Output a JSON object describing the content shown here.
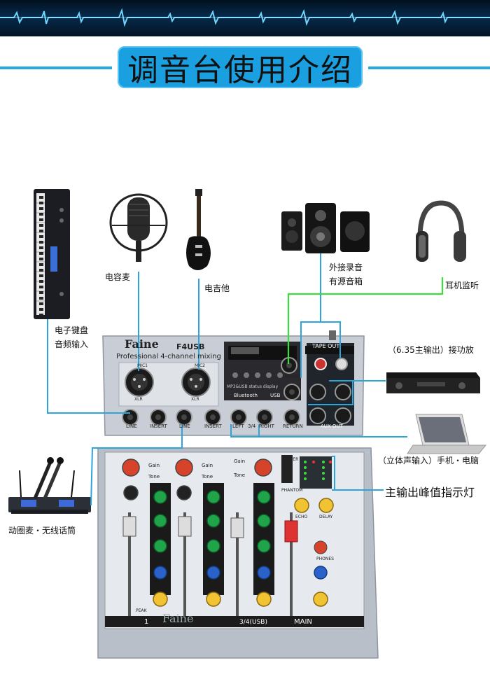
{
  "header": {
    "title": "调音台使用介绍"
  },
  "devices": {
    "keyboard_label_line1": "电子键盘",
    "keyboard_label_line2": "音频输入",
    "condenser_mic_label": "电容麦",
    "electric_guitar_label": "电吉他",
    "speakers_label_line1": "外接录音",
    "speakers_label_line2": "有源音箱",
    "headphones_label": "耳机监听",
    "amplifier_label": "（6.35主输出）接功放",
    "laptop_label": "（立体声输入）手机・电脑",
    "wireless_mic_label": "动圈麦・无线话筒",
    "peak_indicator_label": "主输出峰值指示灯"
  },
  "mixer": {
    "brand": "Faine",
    "model": "F4USB",
    "subtitle": "Professional  4-channel mixing",
    "tape_out": "TAPE OUT",
    "aux_out": "AUX OUT",
    "phone": "PHONE",
    "bluetooth": "Bluetooth",
    "usb": "USB",
    "line": "LINE",
    "insert": "INSERT",
    "return": "RETURN",
    "left": "LEFT",
    "right": "RIGHT",
    "ch34": "3/4",
    "ch34_usb": "3/4(USB)",
    "main": "MAIN",
    "ch1": "1",
    "power": "POWER",
    "phantom": "PHANTOM",
    "gain": "Gain",
    "tone": "Tone",
    "echo": "ECHO",
    "delay": "DELAY",
    "phones": "PHONES",
    "peak": "PEAK",
    "mic1": "MIC1",
    "mic2": "MIC2",
    "xlr": "XLR",
    "display_note": "MP3&USB status display"
  },
  "colors": {
    "cable_blue": "#2aa6dc",
    "cable_green": "#3ddc3d",
    "title_blue": "#1a9fe0",
    "mixer_silver": "#c9ced6",
    "mixer_dark": "#1c1c1c"
  }
}
